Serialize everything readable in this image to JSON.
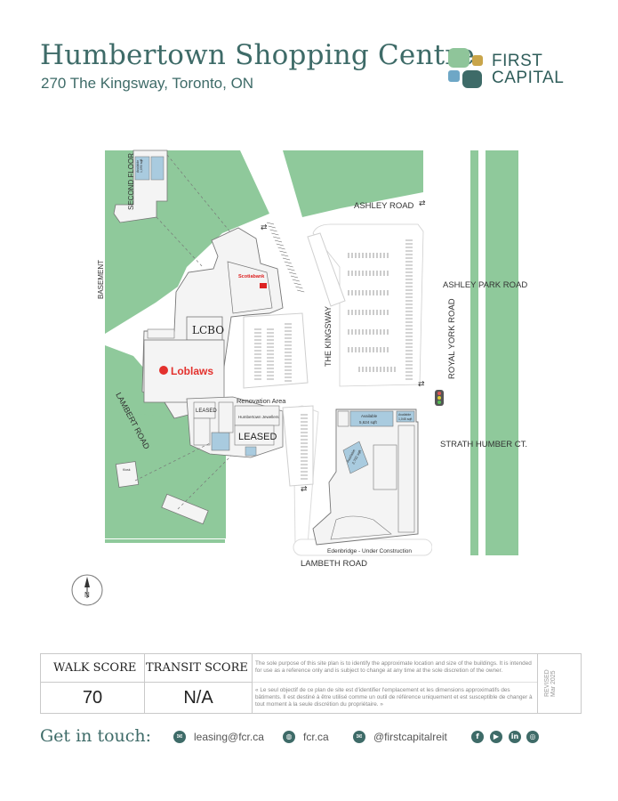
{
  "header": {
    "title": "Humbertown Shopping Centre",
    "address": "270 The Kingsway, Toronto, ON"
  },
  "brand": {
    "line1": "FIRST",
    "line2": "CAPITAL",
    "colors": [
      "#8fc59a",
      "#c9a54a",
      "#6ea7c6",
      "#3e6b68"
    ]
  },
  "map": {
    "streets": {
      "ashley_road": "ASHLEY ROAD",
      "ashley_park_road": "ASHLEY PARK ROAD",
      "royal_york_road": "ROYAL YORK ROAD",
      "the_kingsway": "THE KINGSWAY",
      "strath_humber": "STRATH HUMBER CT.",
      "lambeth_road": "LAMBETH ROAD",
      "lambert_road": "LAMBERT ROAD"
    },
    "floors": {
      "second_floor": "SECOND FLOOR",
      "basement": "BASEMENT"
    },
    "tenants": {
      "lcbo": "LCBO",
      "loblaws": "Loblaws",
      "scotiabank": "Scotiabank",
      "leased_large": "LEASED",
      "leased_small": "LEASED",
      "humbertown_jewellers": "Humbertown Jewellers",
      "renovation_area": "Renovation Area",
      "edenbridge": "Edenbridge - Under Construction",
      "available_large": "Available",
      "available_large_size": "5,624 sqft",
      "available_small": "Available",
      "available_small_size": "1,045 sqft",
      "available_diag": "Available",
      "available_diag_size": "2,792 sqft",
      "kiosk": "Kiosk",
      "available_floor": "Available",
      "available_floor_size": "1,090 sqft"
    },
    "compass": "N",
    "colors": {
      "green": "#8fc99b",
      "building": "#f4f4f4",
      "outline": "#777777",
      "available": "#a9cbdf",
      "road": "#ffffff"
    }
  },
  "scores": {
    "walk_label": "WALK SCORE",
    "walk_value": "70",
    "transit_label": "TRANSIT SCORE",
    "transit_value": "N/A"
  },
  "disclaimer": {
    "en": "The sole purpose of this site plan is to identify the approximate location and size of the buildings. It is intended for use as a reference only and is subject to change at any time at the sole discretion of the owner.",
    "fr": "« Le seul objectif de ce plan de site est d'identifier l'emplacement et les dimensions approximatifs des bâtiments. Il est destiné à être utilisé comme un outil de référence uniquement et est susceptible de changer à tout moment à la seule discrétion du propriétaire. »",
    "revised": "REVISED Mar 2025"
  },
  "contact": {
    "heading": "Get in touch:",
    "email": "leasing@fcr.ca",
    "web": "fcr.ca",
    "social_handle": "@firstcapitalreit",
    "icons": [
      "mail-icon",
      "globe-icon",
      "mail-icon",
      "facebook-icon",
      "youtube-icon",
      "linkedin-icon",
      "instagram-icon"
    ]
  }
}
